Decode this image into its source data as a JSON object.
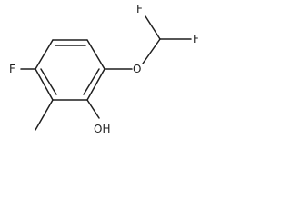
{
  "molecule": {
    "atoms": {
      "fluorine_ring": "F",
      "oxygen_ether": "O",
      "fluorine_1": "F",
      "fluorine_2": "F",
      "hydroxyl": "OH"
    }
  }
}
